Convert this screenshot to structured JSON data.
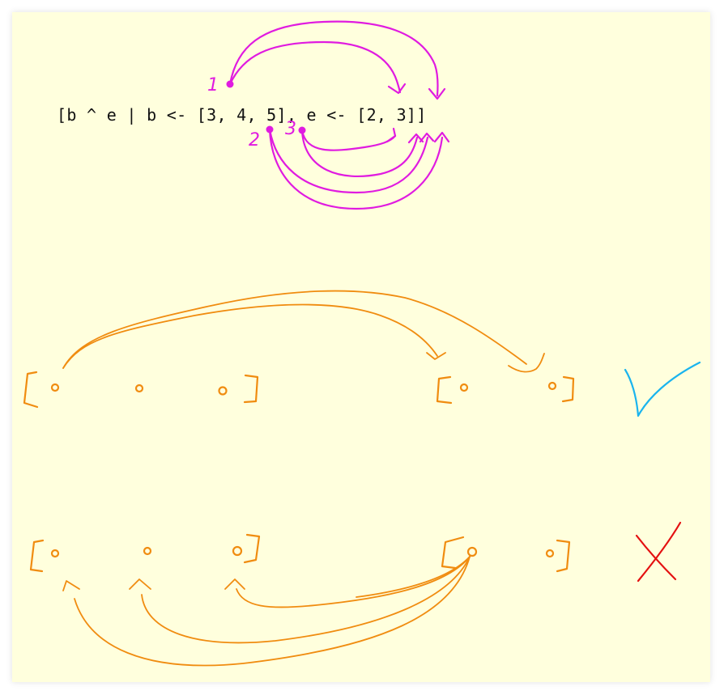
{
  "code": {
    "text": "[b ^ e | b <- [3, 4, 5], e <- [2, 3]]"
  },
  "annotations": {
    "order_labels": [
      "1",
      "2",
      "3"
    ]
  },
  "colors": {
    "background": "#ffffdd",
    "magenta": "#e01be0",
    "orange": "#f08c10",
    "check": "#1ab4ee",
    "cross": "#e41010"
  },
  "icons": {
    "correct": "check-mark-icon",
    "wrong": "cross-mark-icon"
  }
}
